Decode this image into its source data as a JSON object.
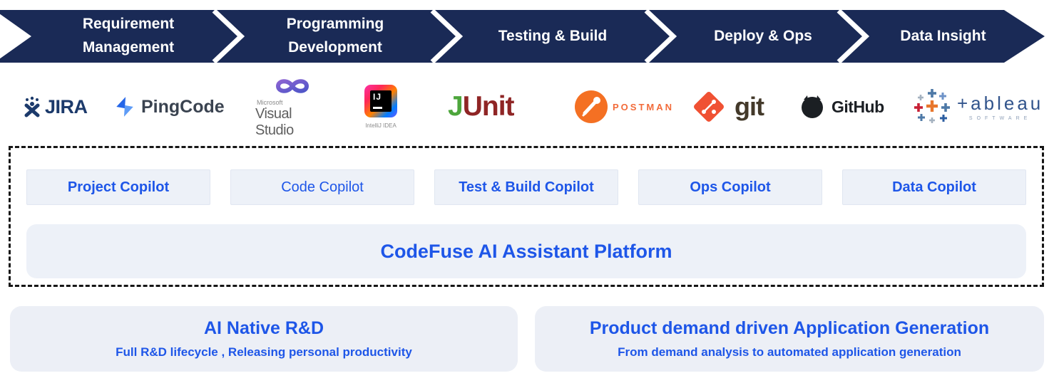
{
  "banner": {
    "stages": [
      {
        "label": "Requirement Management"
      },
      {
        "label": "Programming Development"
      },
      {
        "label": "Testing & Build"
      },
      {
        "label": "Deploy & Ops"
      },
      {
        "label": "Data Insight"
      }
    ]
  },
  "tools": {
    "jira": {
      "name": "JIRA",
      "wordmark": "JIRA"
    },
    "pingcode": {
      "name": "PingCode",
      "wordmark": "PingCode"
    },
    "visual_studio": {
      "name": "Visual Studio",
      "small_label": "Microsoft",
      "wordmark": "Visual Studio"
    },
    "intellij": {
      "name": "IntelliJ IDEA",
      "badge": "IJ",
      "caption": "IntelliJ IDEA"
    },
    "junit": {
      "name": "JUnit",
      "part1": "J",
      "part2": "Unit"
    },
    "postman": {
      "name": "Postman",
      "wordmark": "POSTMAN"
    },
    "git": {
      "name": "git",
      "wordmark": "git"
    },
    "github": {
      "name": "GitHub",
      "wordmark": "GitHub"
    },
    "tableau": {
      "name": "Tableau",
      "wordmark": "+ableau",
      "caption": "SOFTWARE"
    }
  },
  "copilot_layer": {
    "buttons": [
      {
        "label": "Project Copilot"
      },
      {
        "label": "Code Copilot"
      },
      {
        "label": "Test & Build Copilot"
      },
      {
        "label": "Ops Copilot"
      },
      {
        "label": "Data Copilot"
      }
    ],
    "platform_label": "CodeFuse AI Assistant Platform"
  },
  "summary_cards": [
    {
      "title": "AI Native R&D",
      "subtitle": "Full R&D lifecycle , Releasing personal productivity"
    },
    {
      "title": "Product demand driven Application Generation",
      "subtitle": "From demand analysis to automated application generation"
    }
  ],
  "colors": {
    "banner_navy": "#1A2A56",
    "accent_blue": "#1E56E8",
    "panel_bg": "#EDF1F8",
    "card_bg": "#ECEFF6"
  }
}
